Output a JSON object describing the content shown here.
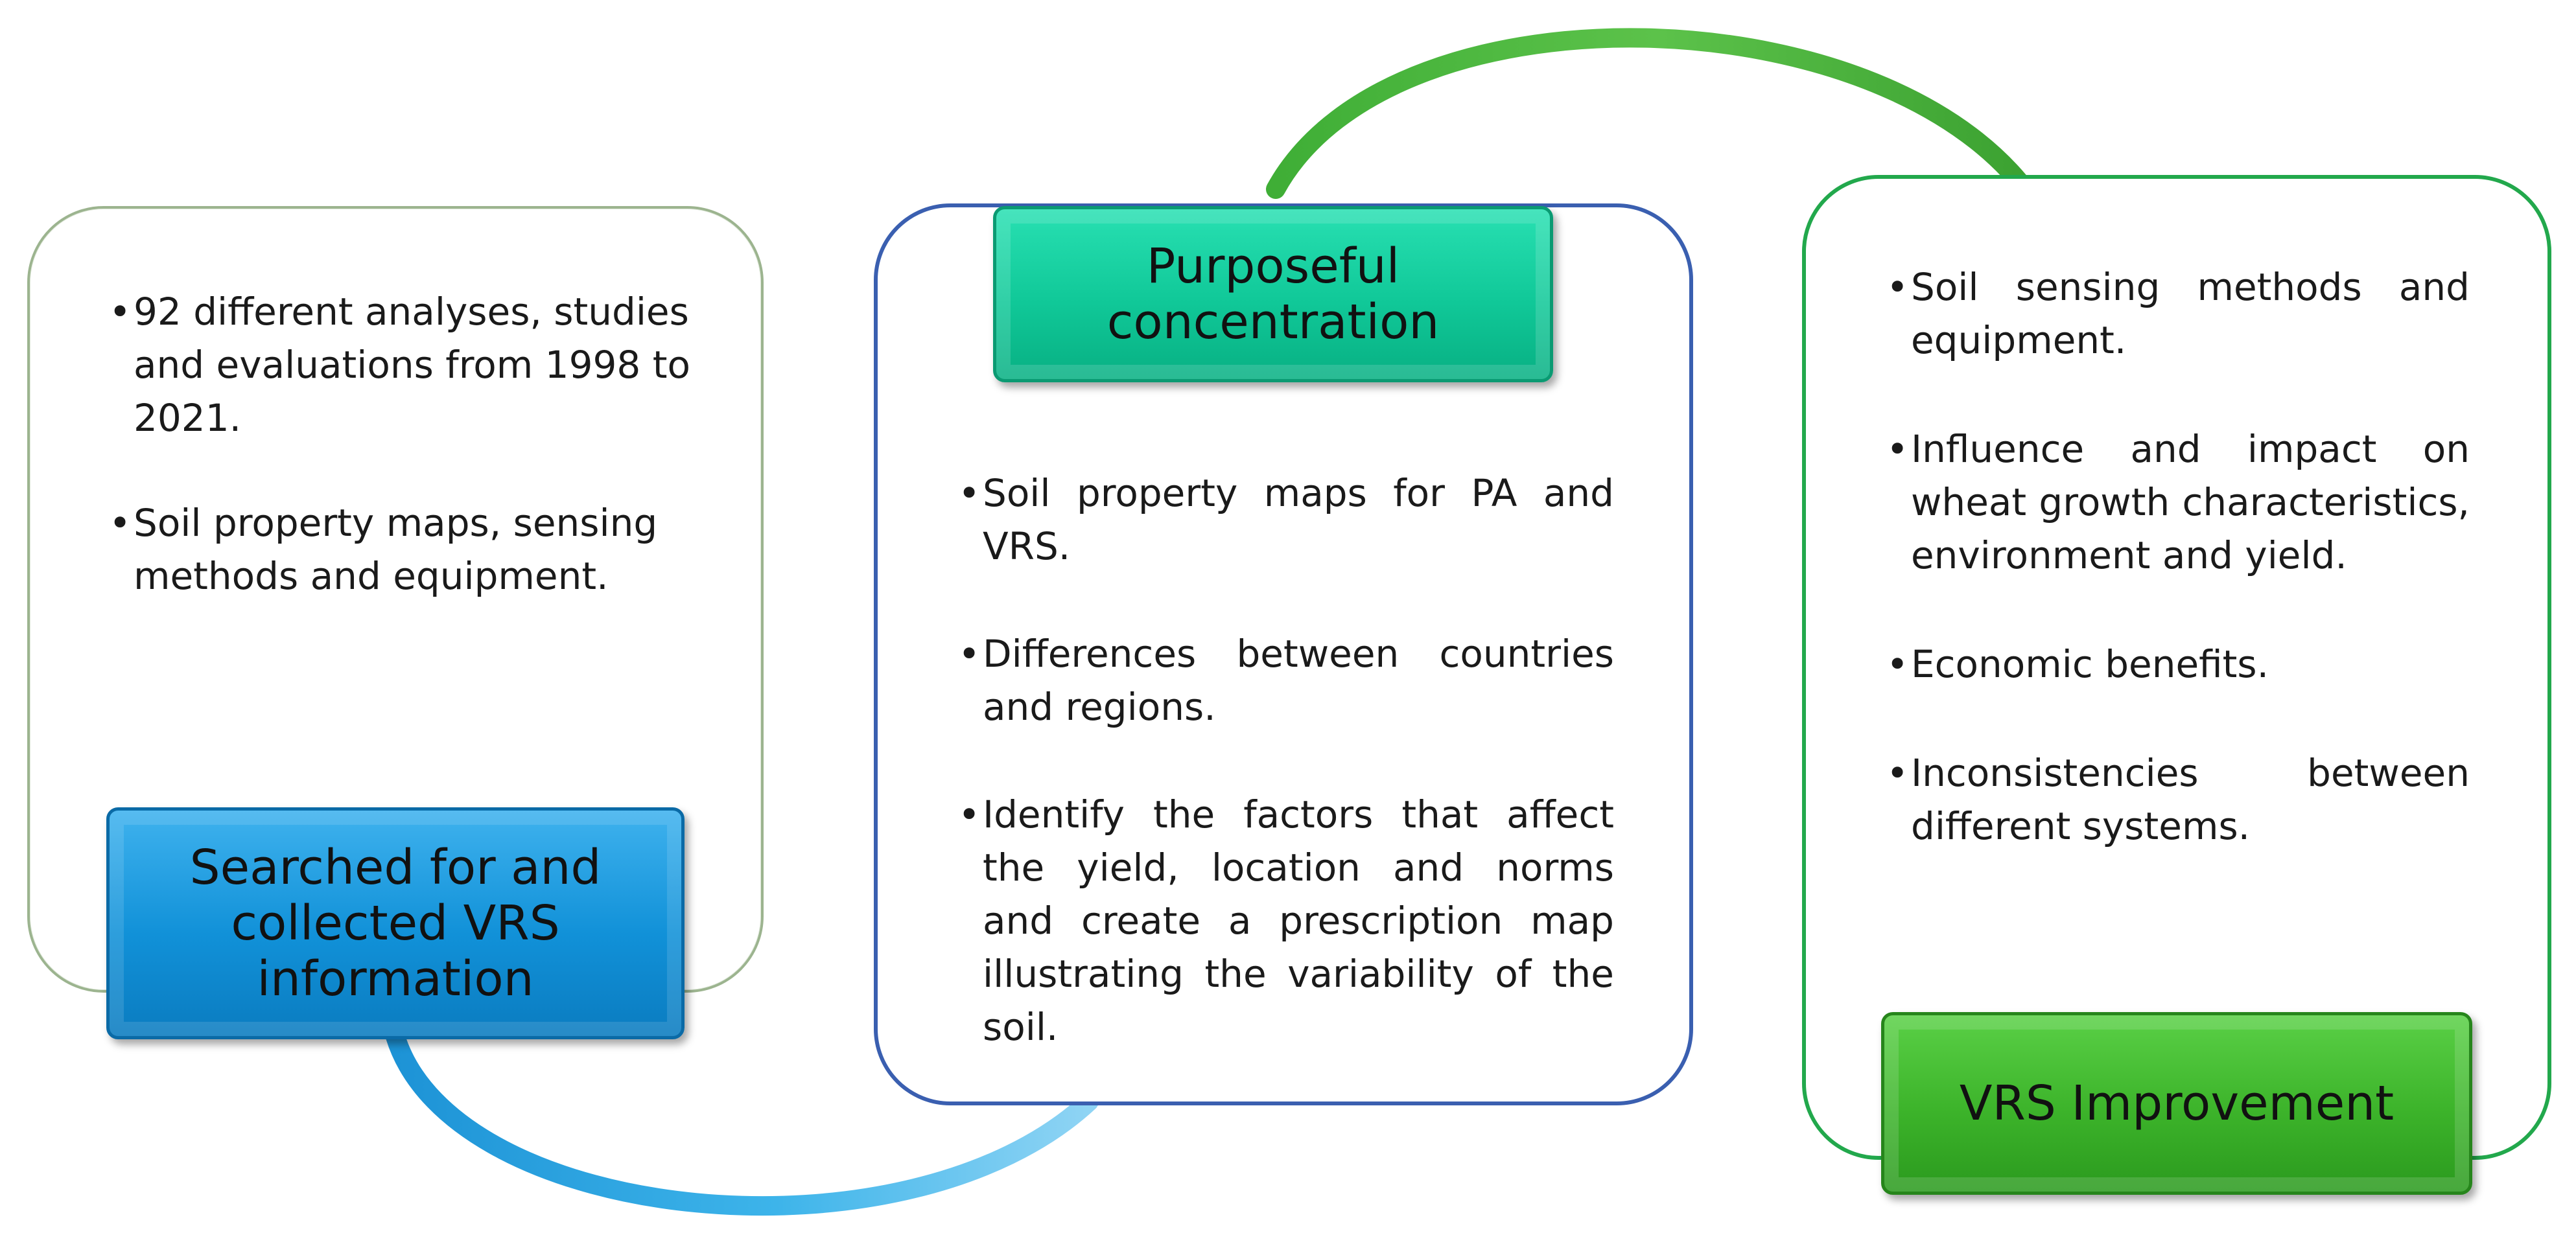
{
  "colors": {
    "connector_blue": "#2aa3e0",
    "connector_green": "#4cb540",
    "panel_1_border": "#9cb48f",
    "panel_2_border": "#3a5fb0",
    "panel_3_border": "#22a84c",
    "label_1_fill": "#1191d8",
    "label_2_fill": "#10c898",
    "label_3_fill": "#3cb32a"
  },
  "steps": [
    {
      "label": "Searched for and collected VRS information",
      "bullets": [
        "92 different analyses, studies and evaluations from 1998 to 2021.",
        "Soil property maps, sensing methods and equipment."
      ]
    },
    {
      "label": "Purposeful concentration",
      "bullets": [
        "Soil property maps for PA and VRS.",
        "Differences between countries and regions.",
        "Identify the factors that affect the yield, location and norms and create a prescription map illustrating the variability of the soil."
      ]
    },
    {
      "label": "VRS Improvement",
      "bullets": [
        "Soil sensing methods and equipment.",
        "Influence and impact on wheat growth characteristics, environment and yield.",
        "Economic benefits.",
        "Inconsistencies between different systems."
      ]
    }
  ]
}
